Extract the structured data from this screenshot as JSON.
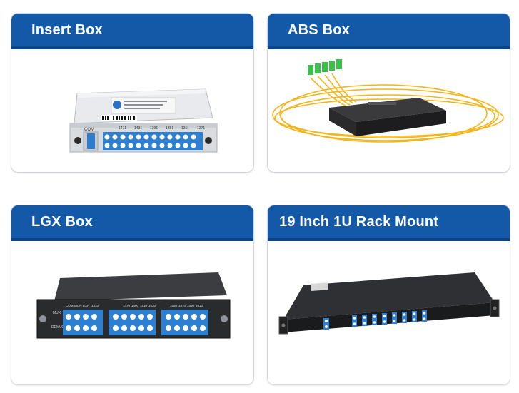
{
  "products": [
    {
      "title": "Insert Box",
      "label_com": "COM",
      "channels": [
        "1471",
        "1431",
        "1391",
        "1351",
        "1311",
        "1271"
      ]
    },
    {
      "title": "ABS Box"
    },
    {
      "title": "LGX Box",
      "side_labels": [
        "MUX",
        "DEMUX"
      ],
      "group_labels": [
        "COM",
        "MON",
        "EXP",
        "1310"
      ],
      "channels_a": [
        "1470",
        "1490",
        "1510",
        "1530"
      ],
      "channels_b": [
        "1550",
        "1570",
        "1590",
        "1610"
      ]
    },
    {
      "title": "19 Inch 1U Rack Mount"
    }
  ],
  "colors": {
    "header_blue": "#1459a8",
    "adapter_blue": "#2f7fd0",
    "fiber_yellow": "#f2b51c",
    "connector_green": "#3bbf4a"
  }
}
